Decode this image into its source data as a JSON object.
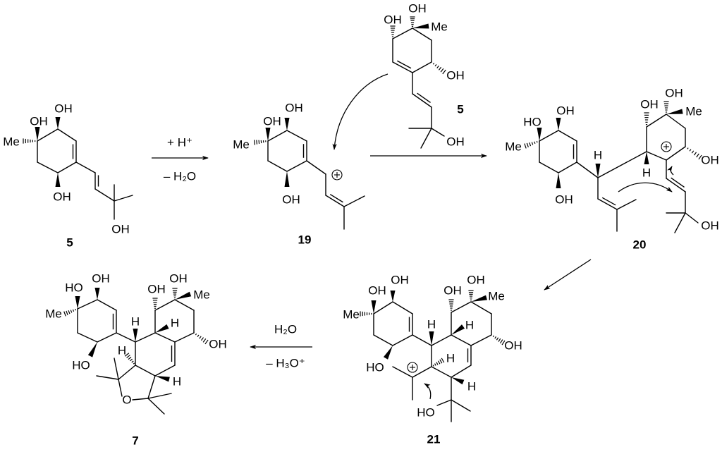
{
  "reagents": {
    "step1_above": "+ H⁺",
    "step1_below": "– H₂O",
    "step4_above": "H₂O",
    "step4_below": "– H₃O⁺"
  },
  "molecule_5_left": {
    "number": "5",
    "groups": [
      "OH",
      "OH",
      "Me",
      "OH",
      "OH"
    ]
  },
  "molecule_19": {
    "number": "19",
    "groups": [
      "OH",
      "OH",
      "Me",
      "OH"
    ],
    "charge": "+"
  },
  "molecule_5_top": {
    "number": "5",
    "groups": [
      "OH",
      "OH",
      "Me",
      "OH",
      "OH"
    ]
  },
  "molecule_20": {
    "number": "20",
    "groups": [
      "HO",
      "OH",
      "Me",
      "OH",
      "H",
      "H",
      "OH",
      "OH",
      "Me",
      "OH",
      "OH"
    ],
    "charge": "+"
  },
  "molecule_21": {
    "number": "21",
    "groups": [
      "OH",
      "OH",
      "Me",
      "HO",
      "H",
      "OH",
      "OH",
      "Me",
      "OH",
      "H",
      "H",
      "H",
      "HO"
    ],
    "charge": "+"
  },
  "molecule_7": {
    "number": "7",
    "groups": [
      "HO",
      "OH",
      "Me",
      "HO",
      "H",
      "OH",
      "OH",
      "Me",
      "H",
      "OH",
      "H",
      "H",
      "O"
    ]
  }
}
